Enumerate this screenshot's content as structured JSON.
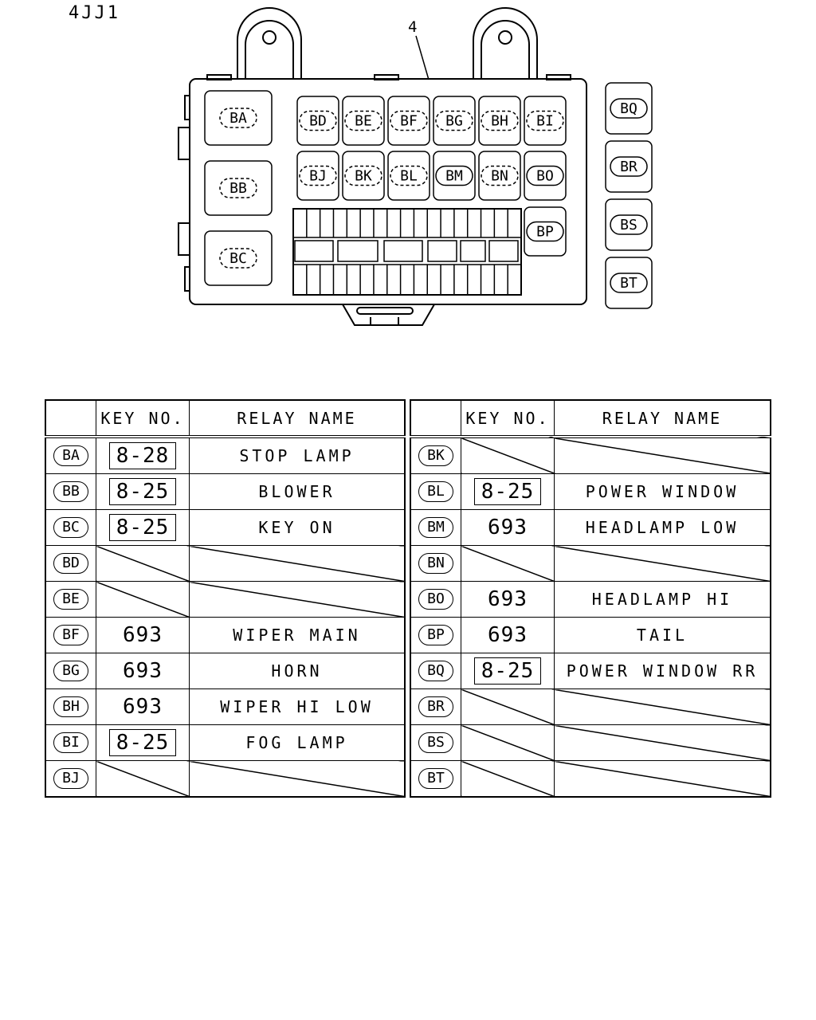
{
  "engine_code": "4JJ1",
  "callout_number": "4",
  "relay_box": {
    "left_large": [
      "BA",
      "BB",
      "BC"
    ],
    "row1": [
      "BD",
      "BE",
      "BF",
      "BG",
      "BH",
      "BI"
    ],
    "row2": [
      "BJ",
      "BK",
      "BL",
      "BM",
      "BN",
      "BO"
    ],
    "right_single": [
      "BP"
    ],
    "external": [
      "BQ",
      "BR",
      "BS",
      "BT"
    ]
  },
  "table_headers": {
    "id": "",
    "key_no": "KEY NO.",
    "relay_name": "RELAY NAME"
  },
  "table_left": [
    {
      "id": "BA",
      "key_no": "8-28",
      "boxed": true,
      "relay_name": "STOP LAMP"
    },
    {
      "id": "BB",
      "key_no": "8-25",
      "boxed": true,
      "relay_name": "BLOWER"
    },
    {
      "id": "BC",
      "key_no": "8-25",
      "boxed": true,
      "relay_name": "KEY ON"
    },
    {
      "id": "BD",
      "key_no": "",
      "boxed": false,
      "relay_name": ""
    },
    {
      "id": "BE",
      "key_no": "",
      "boxed": false,
      "relay_name": ""
    },
    {
      "id": "BF",
      "key_no": "693",
      "boxed": false,
      "relay_name": "WIPER MAIN"
    },
    {
      "id": "BG",
      "key_no": "693",
      "boxed": false,
      "relay_name": "HORN"
    },
    {
      "id": "BH",
      "key_no": "693",
      "boxed": false,
      "relay_name": "WIPER HI LOW"
    },
    {
      "id": "BI",
      "key_no": "8-25",
      "boxed": true,
      "relay_name": "FOG LAMP"
    },
    {
      "id": "BJ",
      "key_no": "",
      "boxed": false,
      "relay_name": ""
    }
  ],
  "table_right": [
    {
      "id": "BK",
      "key_no": "",
      "boxed": false,
      "relay_name": ""
    },
    {
      "id": "BL",
      "key_no": "8-25",
      "boxed": true,
      "relay_name": "POWER WINDOW"
    },
    {
      "id": "BM",
      "key_no": "693",
      "boxed": false,
      "relay_name": "HEADLAMP LOW"
    },
    {
      "id": "BN",
      "key_no": "",
      "boxed": false,
      "relay_name": ""
    },
    {
      "id": "BO",
      "key_no": "693",
      "boxed": false,
      "relay_name": "HEADLAMP HI"
    },
    {
      "id": "BP",
      "key_no": "693",
      "boxed": false,
      "relay_name": "TAIL"
    },
    {
      "id": "BQ",
      "key_no": "8-25",
      "boxed": true,
      "relay_name": "POWER WINDOW RR"
    },
    {
      "id": "BR",
      "key_no": "",
      "boxed": false,
      "relay_name": ""
    },
    {
      "id": "BS",
      "key_no": "",
      "boxed": false,
      "relay_name": ""
    },
    {
      "id": "BT",
      "key_no": "",
      "boxed": false,
      "relay_name": ""
    }
  ]
}
